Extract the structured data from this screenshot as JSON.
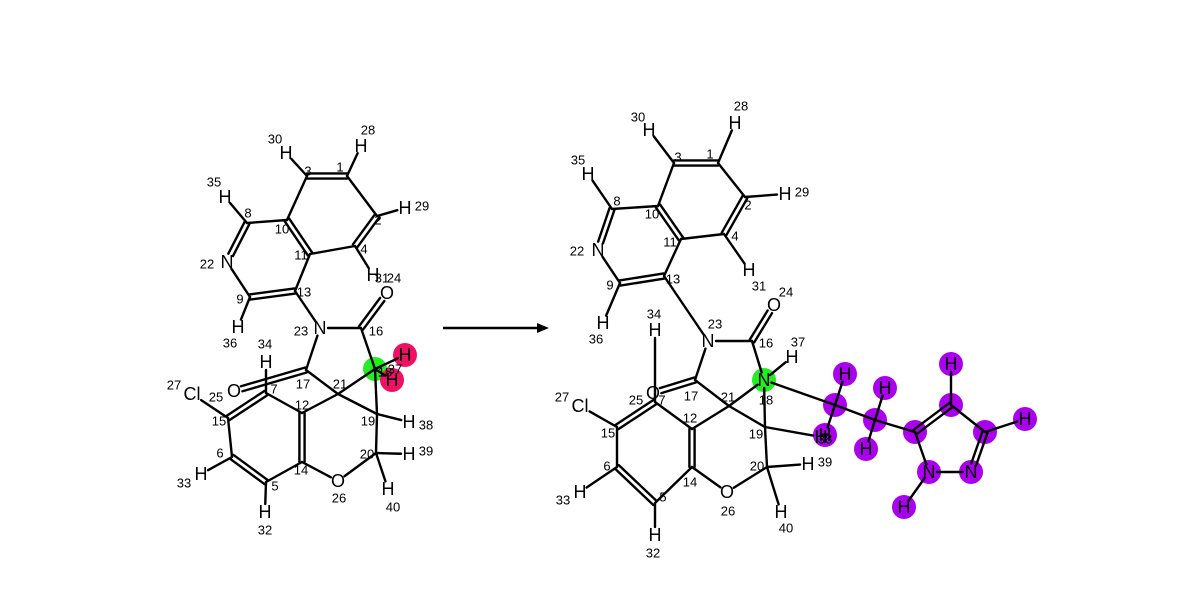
{
  "reaction_arrow": {
    "color": "#000000"
  },
  "highlight_colors": {
    "reaction_center": "#22ee22",
    "leaving_hydrogen": "#ee1166",
    "added_fragment": "#aa00ee"
  },
  "molecules": [
    {
      "role": "reactant",
      "atoms": [
        {
          "sym": "",
          "idx": "1"
        },
        {
          "sym": "",
          "idx": "2"
        },
        {
          "sym": "",
          "idx": "3"
        },
        {
          "sym": "",
          "idx": "4"
        },
        {
          "sym": "",
          "idx": "5"
        },
        {
          "sym": "",
          "idx": "6"
        },
        {
          "sym": "",
          "idx": "7"
        },
        {
          "sym": "",
          "idx": "8"
        },
        {
          "sym": "",
          "idx": "9"
        },
        {
          "sym": "",
          "idx": "10"
        },
        {
          "sym": "",
          "idx": "11"
        },
        {
          "sym": "",
          "idx": "12"
        },
        {
          "sym": "",
          "idx": "13"
        },
        {
          "sym": "",
          "idx": "14"
        },
        {
          "sym": "",
          "idx": "15"
        },
        {
          "sym": "",
          "idx": "16"
        },
        {
          "sym": "",
          "idx": "17"
        },
        {
          "sym": "",
          "idx": "18",
          "hl": "reaction_center"
        },
        {
          "sym": "",
          "idx": "19"
        },
        {
          "sym": "",
          "idx": "20"
        },
        {
          "sym": "",
          "idx": "21"
        },
        {
          "sym": "N",
          "idx": "22"
        },
        {
          "sym": "N",
          "idx": "23"
        },
        {
          "sym": "O",
          "idx": "24"
        },
        {
          "sym": "",
          "idx": "25"
        },
        {
          "sym": "O",
          "idx": "26"
        },
        {
          "sym": "Cl",
          "idx": "27"
        },
        {
          "sym": "H",
          "idx": "28"
        },
        {
          "sym": "H",
          "idx": "29"
        },
        {
          "sym": "H",
          "idx": "30"
        },
        {
          "sym": "H",
          "idx": "31"
        },
        {
          "sym": "H",
          "idx": "32"
        },
        {
          "sym": "H",
          "idx": "33"
        },
        {
          "sym": "H",
          "idx": "34"
        },
        {
          "sym": "H",
          "idx": "35"
        },
        {
          "sym": "H",
          "idx": "36"
        },
        {
          "sym": "H",
          "idx": "37",
          "hl": "leaving_hydrogen"
        },
        {
          "sym": "H",
          "idx": "38"
        },
        {
          "sym": "H",
          "idx": "39"
        },
        {
          "sym": "H",
          "idx": "40"
        },
        {
          "sym": "O",
          "idx": ""
        },
        {
          "sym": "H",
          "idx": "",
          "hl": "leaving_hydrogen"
        }
      ]
    },
    {
      "role": "product",
      "atoms": [
        {
          "sym": "",
          "idx": "1"
        },
        {
          "sym": "",
          "idx": "2"
        },
        {
          "sym": "",
          "idx": "3"
        },
        {
          "sym": "",
          "idx": "4"
        },
        {
          "sym": "",
          "idx": "5"
        },
        {
          "sym": "",
          "idx": "6"
        },
        {
          "sym": "",
          "idx": "7"
        },
        {
          "sym": "",
          "idx": "8"
        },
        {
          "sym": "",
          "idx": "9"
        },
        {
          "sym": "",
          "idx": "10"
        },
        {
          "sym": "",
          "idx": "11"
        },
        {
          "sym": "",
          "idx": "12"
        },
        {
          "sym": "",
          "idx": "13"
        },
        {
          "sym": "",
          "idx": "14"
        },
        {
          "sym": "",
          "idx": "15"
        },
        {
          "sym": "",
          "idx": "16"
        },
        {
          "sym": "",
          "idx": "17"
        },
        {
          "sym": "N",
          "idx": "18",
          "hl": "reaction_center"
        },
        {
          "sym": "",
          "idx": "19"
        },
        {
          "sym": "",
          "idx": "20"
        },
        {
          "sym": "",
          "idx": "21"
        },
        {
          "sym": "N",
          "idx": "22"
        },
        {
          "sym": "N",
          "idx": "23"
        },
        {
          "sym": "O",
          "idx": "24"
        },
        {
          "sym": "",
          "idx": "25"
        },
        {
          "sym": "O",
          "idx": "26"
        },
        {
          "sym": "Cl",
          "idx": "27"
        },
        {
          "sym": "H",
          "idx": "28"
        },
        {
          "sym": "H",
          "idx": "29"
        },
        {
          "sym": "H",
          "idx": "30"
        },
        {
          "sym": "H",
          "idx": "31"
        },
        {
          "sym": "H",
          "idx": "32"
        },
        {
          "sym": "H",
          "idx": "33"
        },
        {
          "sym": "H",
          "idx": "34"
        },
        {
          "sym": "H",
          "idx": "35"
        },
        {
          "sym": "H",
          "idx": "36"
        },
        {
          "sym": "H",
          "idx": "37"
        },
        {
          "sym": "H",
          "idx": "38"
        },
        {
          "sym": "H",
          "idx": "39"
        },
        {
          "sym": "H",
          "idx": "40"
        },
        {
          "sym": "O",
          "idx": ""
        },
        {
          "sym": "",
          "idx": "",
          "hl": "added_fragment"
        },
        {
          "sym": "H",
          "idx": "",
          "hl": "added_fragment"
        },
        {
          "sym": "H",
          "idx": "",
          "hl": "added_fragment"
        },
        {
          "sym": "",
          "idx": "",
          "hl": "added_fragment"
        },
        {
          "sym": "H",
          "idx": "",
          "hl": "added_fragment"
        },
        {
          "sym": "H",
          "idx": "",
          "hl": "added_fragment"
        },
        {
          "sym": "",
          "idx": "",
          "hl": "added_fragment"
        },
        {
          "sym": "",
          "idx": "",
          "hl": "added_fragment"
        },
        {
          "sym": "H",
          "idx": "",
          "hl": "added_fragment"
        },
        {
          "sym": "",
          "idx": "",
          "hl": "added_fragment"
        },
        {
          "sym": "H",
          "idx": "",
          "hl": "added_fragment"
        },
        {
          "sym": "N",
          "idx": "",
          "hl": "added_fragment"
        },
        {
          "sym": "N",
          "idx": "",
          "hl": "added_fragment"
        },
        {
          "sym": "H",
          "idx": "",
          "hl": "added_fragment"
        }
      ]
    }
  ]
}
